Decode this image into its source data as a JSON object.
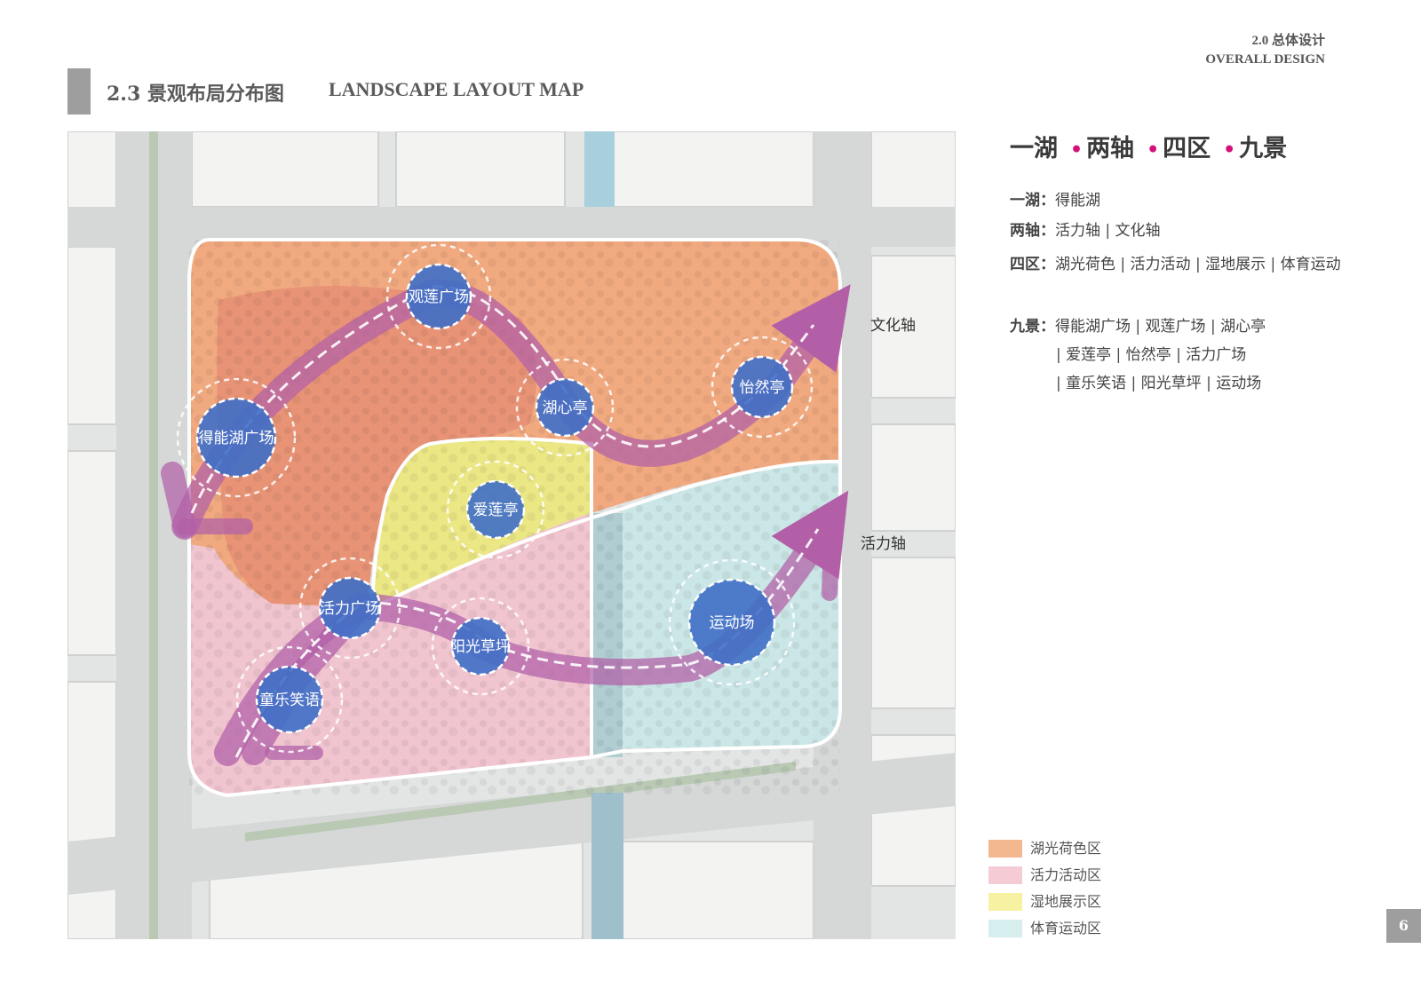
{
  "header": {
    "section_cn": "2.0 总体设计",
    "section_en": "OVERALL  DESIGN",
    "title_cn": "2.3 景观布局分布图",
    "title_en": "LANDSCAPE LAYOUT MAP"
  },
  "summary": {
    "parts": [
      "一湖",
      "两轴",
      "四区",
      "九景"
    ],
    "lines": [
      {
        "key": "一湖：",
        "value": "得能湖"
      },
      {
        "key": "两轴：",
        "value": "活力轴 | 文化轴"
      },
      {
        "key": "四区：",
        "value": "湖光荷色 | 活力活动 | 湿地展示 | 体育运动"
      },
      {
        "key": "九景：",
        "value": "得能湖广场 | 观莲广场 | 湖心亭"
      },
      {
        "key": "",
        "value": "| 爱莲亭 | 怡然亭 | 活力广场"
      },
      {
        "key": "",
        "value": "| 童乐笑语 | 阳光草坪 | 运动场"
      }
    ]
  },
  "map": {
    "axes": {
      "culture": "文化轴",
      "vitality": "活力轴"
    },
    "spots": [
      {
        "id": "guanlian",
        "label": "观莲广场"
      },
      {
        "id": "huxin",
        "label": "湖心亭"
      },
      {
        "id": "yiran",
        "label": "怡然亭"
      },
      {
        "id": "deneng",
        "label": "得能湖广场"
      },
      {
        "id": "ailian",
        "label": "爱莲亭"
      },
      {
        "id": "huoli",
        "label": "活力广场"
      },
      {
        "id": "yangguang",
        "label": "阳光草坪"
      },
      {
        "id": "yundong",
        "label": "运动场"
      },
      {
        "id": "tongle",
        "label": "童乐笑语"
      }
    ]
  },
  "legend": [
    {
      "label": "湖光荷色区",
      "color": "#f4b891"
    },
    {
      "label": "活力活动区",
      "color": "#f5ccd6"
    },
    {
      "label": "湿地展示区",
      "color": "#f7f2a2"
    },
    {
      "label": "体育运动区",
      "color": "#d7eeee"
    }
  ],
  "page_number": "6"
}
